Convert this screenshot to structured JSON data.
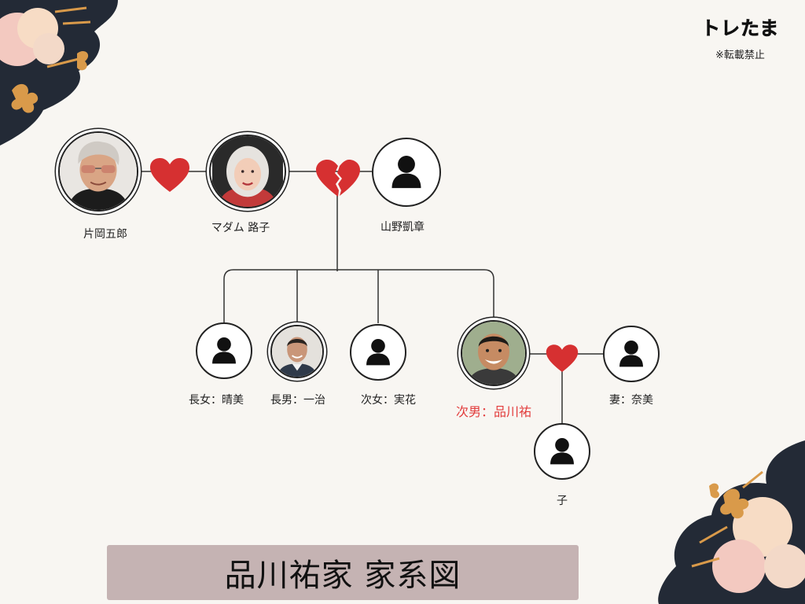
{
  "brand": {
    "logo_text": "トレたま",
    "notice": "※転載禁止"
  },
  "title": "品川祐家 家系図",
  "colors": {
    "background": "#f8f6f2",
    "title_box": "#c5b3b3",
    "heart": "#d63031",
    "highlight_text": "#e23b3b",
    "line": "#333333",
    "deco_dark": "#232a36",
    "deco_flower": "#f3c9c0",
    "deco_leaf": "#d99a4a"
  },
  "generation1": {
    "kataoka": {
      "name": "片岡五郎",
      "avatar": "photo-elderly-man-glasses"
    },
    "madame": {
      "name": "マダム 路子",
      "avatar": "photo-elderly-woman"
    },
    "yamano": {
      "name": "山野凱章",
      "avatar": "person-silhouette-icon"
    },
    "link_kataoka_madame": "heart-icon",
    "link_madame_yamano": "broken-heart-icon"
  },
  "generation2": {
    "haremi": {
      "name": "長女：晴美",
      "avatar": "person-silhouette-icon"
    },
    "kazuharu": {
      "name": "長男：一治",
      "avatar": "photo-man-smiling"
    },
    "mika": {
      "name": "次女：実花",
      "avatar": "person-silhouette-icon"
    },
    "hiroshi": {
      "name": "次男：品川祐",
      "avatar": "photo-man-smiling",
      "highlighted": true
    },
    "nami": {
      "name": "妻：奈美",
      "avatar": "person-silhouette-icon"
    },
    "link_hiroshi_nami": "heart-icon"
  },
  "generation3": {
    "child": {
      "name": "子",
      "avatar": "person-silhouette-icon"
    }
  }
}
